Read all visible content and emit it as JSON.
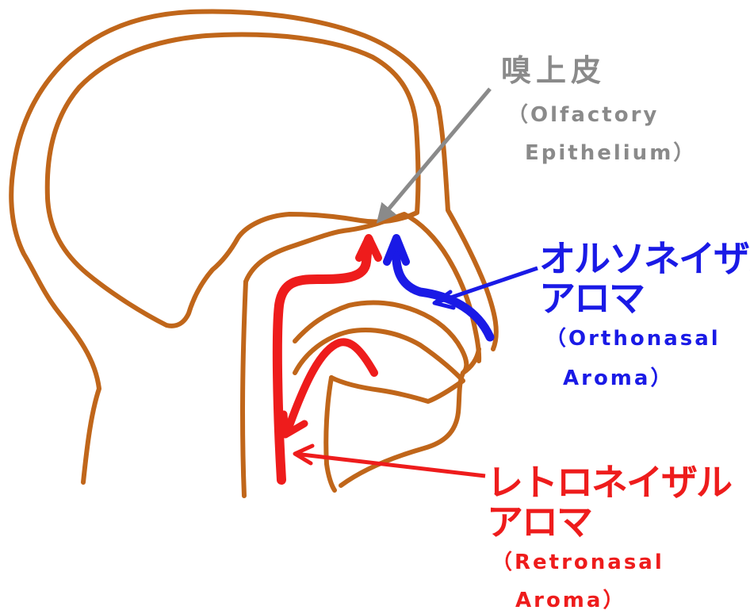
{
  "labels": {
    "olfactory": {
      "jp": "嗅上皮",
      "en_line1": "（Olfactory",
      "en_line2": "Epithelium）"
    },
    "orthonasal": {
      "jp_line1": "オルソネイザル",
      "jp_line2": "アロマ",
      "en_line1": "（Orthonasal",
      "en_line2": "Aroma）"
    },
    "retronasal": {
      "jp_line1": "レトロネイザル",
      "jp_line2": "アロマ",
      "en_line1": "（Retronasal",
      "en_line2": "Aroma）"
    }
  },
  "colors": {
    "head_outline": "#c0661a",
    "olfactory_gray": "#8a8a8a",
    "orthonasal_blue": "#1a1ae6",
    "retronasal_red": "#ee1c1c",
    "background": "#ffffff"
  }
}
